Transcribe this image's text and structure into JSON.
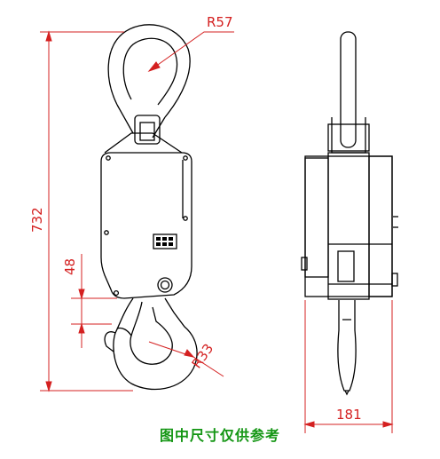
{
  "dimensions": {
    "hook_top_radius": "R57",
    "total_height": "732",
    "hook_offset": "48",
    "hook_bottom_radius": "R33",
    "side_width": "181"
  },
  "caption": "图中尺寸仅供参考",
  "colors": {
    "outline": "#000000",
    "dimension": "#d42020",
    "caption": "#149614"
  }
}
